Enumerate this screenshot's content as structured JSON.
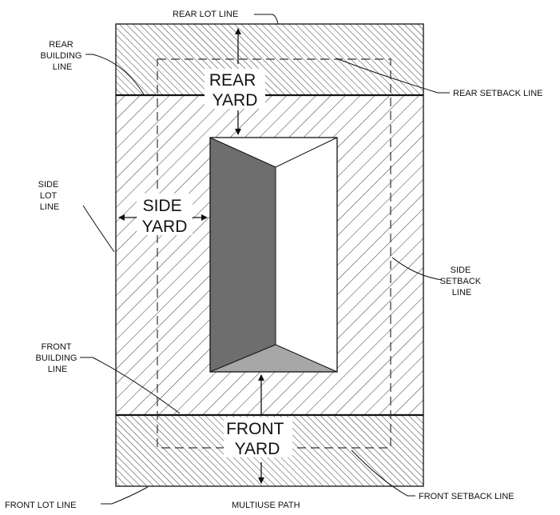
{
  "labels": {
    "rear_lot_line": "REAR LOT LINE",
    "rear_building_line": [
      "REAR",
      "BUILDING",
      "LINE"
    ],
    "rear_setback_line": "REAR SETBACK LINE",
    "side_lot_line": [
      "SIDE",
      "LOT",
      "LINE"
    ],
    "side_setback_line": [
      "SIDE",
      "SETBACK",
      "LINE"
    ],
    "front_building_line": [
      "FRONT",
      "BUILDING",
      "LINE"
    ],
    "front_lot_line": "FRONT LOT LINE",
    "front_setback_line": "FRONT SETBACK LINE",
    "multiuse_path": "MULTIUSE PATH"
  },
  "yards": {
    "rear": [
      "REAR",
      "YARD"
    ],
    "side": [
      "SIDE",
      "YARD"
    ],
    "front": [
      "FRONT",
      "YARD"
    ]
  },
  "colors": {
    "hatch": "#222222",
    "building_dark_face": "#6e6e6e",
    "building_bottom_face": "#a7a7a7",
    "building_light_face": "#ffffff",
    "line": "#111111"
  }
}
